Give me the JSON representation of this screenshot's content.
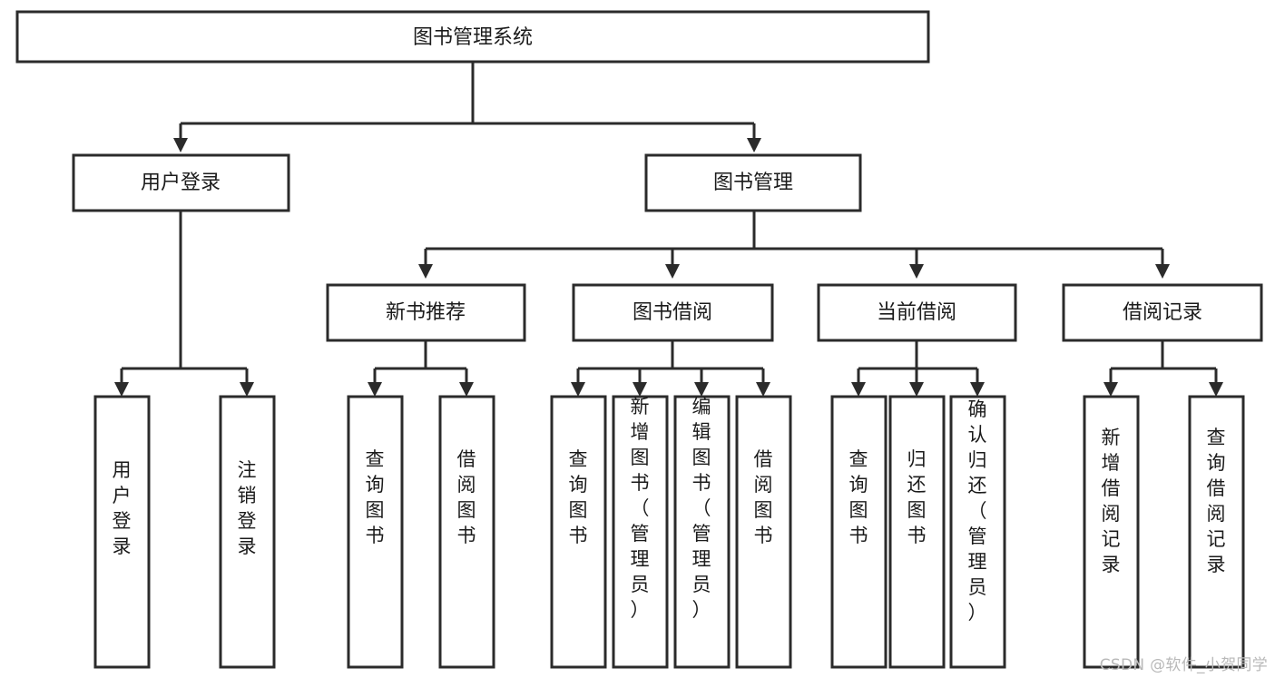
{
  "diagram": {
    "title": "图书管理系统",
    "type": "tree",
    "orientation": "top-down",
    "colors": {
      "box_fill": "#ffffff",
      "box_stroke": "#2b2b2b",
      "text": "#1b1b1b",
      "connector": "#2b2b2b",
      "watermark": "#b9b9b9",
      "background": "#ffffff"
    },
    "root": {
      "label": "图书管理系统"
    },
    "level2": [
      {
        "label": "用户登录"
      },
      {
        "label": "图书管理"
      }
    ],
    "level3": [
      {
        "label": "新书推荐"
      },
      {
        "label": "图书借阅"
      },
      {
        "label": "当前借阅"
      },
      {
        "label": "借阅记录"
      }
    ],
    "leaves": {
      "user_login": [
        {
          "label": "用户登录"
        },
        {
          "label": "注销登录"
        }
      ],
      "new_book_recommend": [
        {
          "label": "查询图书"
        },
        {
          "label": "借阅图书"
        }
      ],
      "book_borrow": [
        {
          "label": "查询图书"
        },
        {
          "label": "新增图书（管理员）"
        },
        {
          "label": "编辑图书（管理员）"
        },
        {
          "label": "借阅图书"
        }
      ],
      "current_borrow": [
        {
          "label": "查询图书"
        },
        {
          "label": "归还图书"
        },
        {
          "label": "确认归还（管理员）"
        }
      ],
      "borrow_record": [
        {
          "label": "新增借阅记录"
        },
        {
          "label": "查询借阅记录"
        }
      ]
    }
  },
  "watermark": {
    "text": "CSDN @软件_小贺同学"
  }
}
